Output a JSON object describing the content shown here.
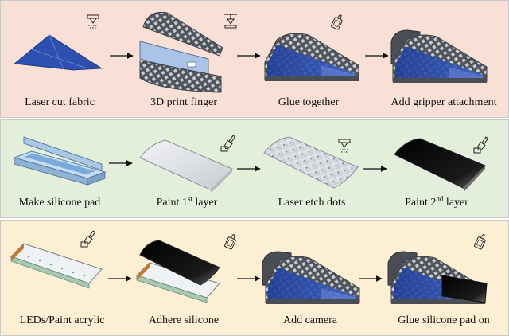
{
  "colors": {
    "panel_1_bg": "#f9e0d7",
    "panel_2_bg": "#e3eedb",
    "panel_3_bg": "#fcefd4",
    "fabric_blue": "#2d4fb0",
    "frame_gray": "#5b5f66",
    "silicone_blue": "#b9d4ea",
    "black_layer": "#0b0b0b"
  },
  "tool_icons": [
    "laser-cutter-icon",
    "3d-printer-icon",
    "glue-bottle-icon",
    "paintbrush-icon"
  ],
  "rows": [
    {
      "steps": [
        {
          "label": "Laser cut fabric",
          "tool": "laser-cutter-icon"
        },
        {
          "label": "3D print finger",
          "tool": "3d-printer-icon"
        },
        {
          "label": "Glue together",
          "tool": "glue-bottle-icon"
        },
        {
          "label": "Add gripper attachment",
          "tool": ""
        }
      ]
    },
    {
      "steps": [
        {
          "label": "Make silicone pad",
          "tool": ""
        },
        {
          "label_main": "Paint 1",
          "label_sup": "st",
          "label_end": " layer",
          "tool": "paintbrush-icon"
        },
        {
          "label": "Laser etch dots",
          "tool": "laser-cutter-icon"
        },
        {
          "label_main": "Paint 2",
          "label_sup": "nd",
          "label_end": " layer",
          "tool": "paintbrush-icon"
        }
      ]
    },
    {
      "steps": [
        {
          "label": "LEDs/Paint acrylic",
          "tool": "paintbrush-icon"
        },
        {
          "label": "Adhere silicone",
          "tool": "glue-bottle-icon"
        },
        {
          "label": "Add camera",
          "tool": ""
        },
        {
          "label": "Glue silicone pad on",
          "tool": "glue-bottle-icon"
        }
      ]
    }
  ]
}
